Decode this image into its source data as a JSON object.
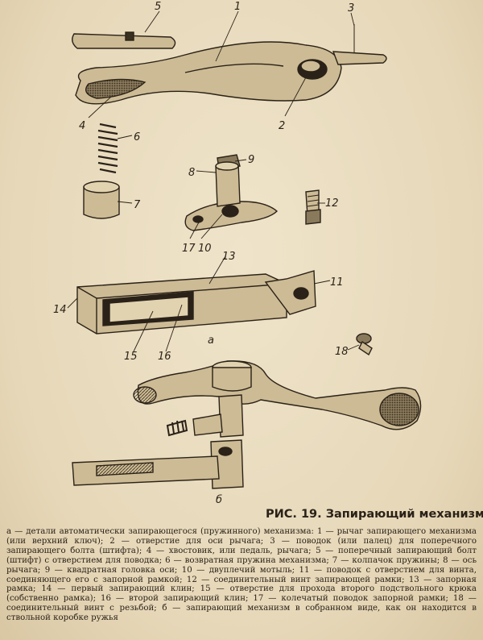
{
  "labels": {
    "l1": "1",
    "l2": "2",
    "l3": "3",
    "l4": "4",
    "l5": "5",
    "l6": "6",
    "l7": "7",
    "l8": "8",
    "l9": "9",
    "l10": "10",
    "l11": "11",
    "l12": "12",
    "l13": "13",
    "l14": "14",
    "l15": "15",
    "l16": "16",
    "l17": "17",
    "l18": "18",
    "la": "а",
    "lb": "б"
  },
  "caption": {
    "title": "РИС. 19. Запирающий механизм:",
    "body": "а — детали автоматически запирающегося (пружинного) механизма: 1 — рычаг запирающего механизма (или верхний ключ); 2 — отверстие для оси рычага; 3 — поводок (или палец) для поперечного запирающего болта (штифта); 4 — хвостовик, или педаль, рычага; 5 — поперечный запирающий болт (штифт) с отверстием для поводка; 6 — возвратная пружина механизма; 7 — колпачок пружины; 8 — ось рычага; 9 — квадратная головка оси; 10 — двуплечий мотыль; 11 — поводок с отверстием для винта, соединяющего его с запорной рамкой; 12 — соединительный винт запирающей рамки; 13 — запорная рамка; 14 — первый запирающий клин; 15 — отверстие для прохода второго подствольного крюка (собственно рамка); 16 — второй запирающий клин; 17 — колечатый поводок запорной рамки; 18 — соединительный винт с резьбой; б — запирающий механизм в собранном виде, как он находится в ствольной коробке ружья"
  }
}
